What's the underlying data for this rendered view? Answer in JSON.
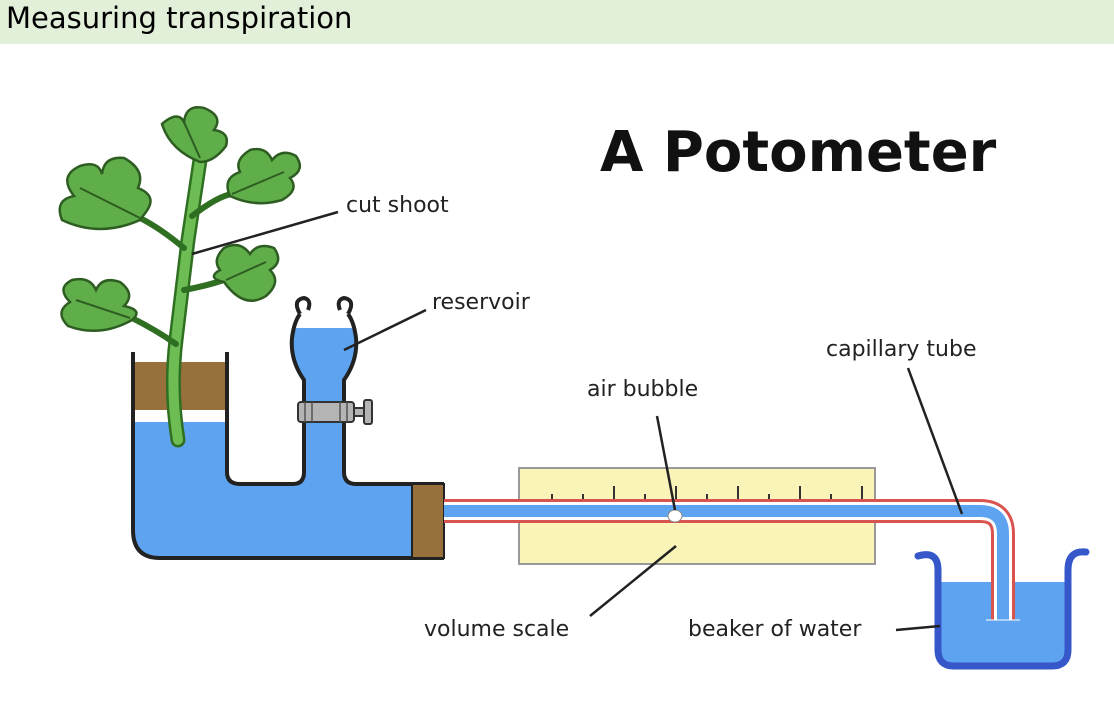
{
  "header": {
    "title": "Measuring transpiration"
  },
  "diagram": {
    "title": "A Potometer",
    "labels": {
      "cut_shoot": "cut shoot",
      "reservoir": "reservoir",
      "capillary_tube": "capillary tube",
      "air_bubble": "air bubble",
      "volume_scale": "volume scale",
      "beaker_of_water": "beaker of water"
    }
  },
  "colors": {
    "header_bg": "#e2efd9",
    "water": "#5ea3ef",
    "leaf": "#5fae4a",
    "plug": "#98703c",
    "scale": "#fbf4b8",
    "tube": "#d9534f",
    "beaker": "#3557c9"
  }
}
